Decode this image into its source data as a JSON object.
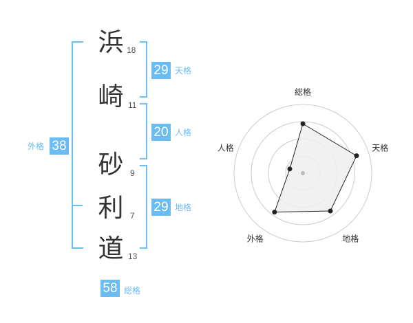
{
  "characters": [
    {
      "char": "浜",
      "strokes": "18"
    },
    {
      "char": "崎",
      "strokes": "11"
    },
    {
      "char": "砂",
      "strokes": "9"
    },
    {
      "char": "利",
      "strokes": "7"
    },
    {
      "char": "道",
      "strokes": "13"
    }
  ],
  "kakusu": {
    "tenkaku": {
      "label": "天格",
      "value": "29"
    },
    "jinkaku": {
      "label": "人格",
      "value": "20"
    },
    "chikaku": {
      "label": "地格",
      "value": "29"
    },
    "gaikaku": {
      "label": "外格",
      "value": "38"
    },
    "soukaku": {
      "label": "総格",
      "value": "58"
    }
  },
  "chart_data": {
    "type": "radar",
    "axes": [
      "総格",
      "天格",
      "地格",
      "外格",
      "人格"
    ],
    "values": [
      0.72,
      0.82,
      0.68,
      0.7,
      0.2
    ],
    "range": [
      0,
      1
    ],
    "rings": 4,
    "colors": {
      "fill": "#efefef",
      "line": "#222222",
      "grid": "#cccccc",
      "center": "#bbbbbb"
    }
  },
  "colors": {
    "accent": "#6cbcf4",
    "text": "#333333"
  }
}
